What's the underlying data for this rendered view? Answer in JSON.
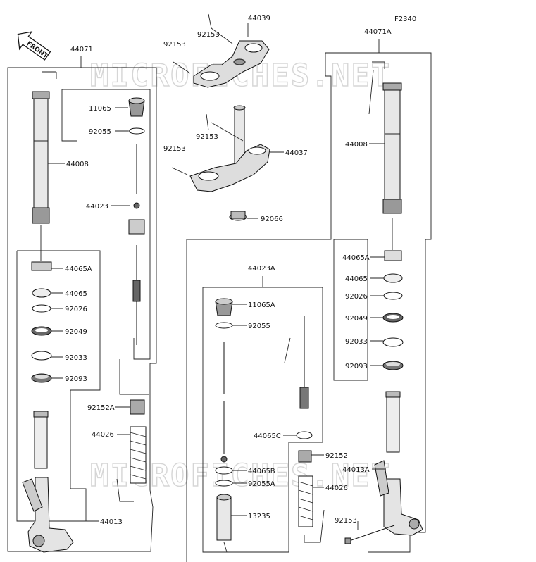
{
  "figure_code": "F2340",
  "front_label": "FRONT",
  "watermarks": [
    "MICROFICHES.NET",
    "MICROFICHES.NET"
  ],
  "colors": {
    "line": "#222222",
    "part_fill": "#e6e6e6",
    "part_dark": "#555555",
    "watermark": "#d6d6d6"
  },
  "labels": [
    {
      "id": "lbl-44071",
      "text": "44071"
    },
    {
      "id": "lbl-44071a",
      "text": "44071A"
    },
    {
      "id": "lbl-44039",
      "text": "44039"
    },
    {
      "id": "lbl-92153-a",
      "text": "92153"
    },
    {
      "id": "lbl-92153-b",
      "text": "92153"
    },
    {
      "id": "lbl-92153-c",
      "text": "92153"
    },
    {
      "id": "lbl-92153-d",
      "text": "92153"
    },
    {
      "id": "lbl-92153-e",
      "text": "92153"
    },
    {
      "id": "lbl-44037",
      "text": "44037"
    },
    {
      "id": "lbl-92066",
      "text": "92066"
    },
    {
      "id": "lbl-11065",
      "text": "11065"
    },
    {
      "id": "lbl-92055",
      "text": "92055"
    },
    {
      "id": "lbl-44008-l",
      "text": "44008"
    },
    {
      "id": "lbl-44023",
      "text": "44023"
    },
    {
      "id": "lbl-44065a-l",
      "text": "44065A"
    },
    {
      "id": "lbl-44065-l",
      "text": "44065"
    },
    {
      "id": "lbl-92026-l",
      "text": "92026"
    },
    {
      "id": "lbl-92049-l",
      "text": "92049"
    },
    {
      "id": "lbl-92033-l",
      "text": "92033"
    },
    {
      "id": "lbl-92093-l",
      "text": "92093"
    },
    {
      "id": "lbl-92152a",
      "text": "92152A"
    },
    {
      "id": "lbl-44026-l",
      "text": "44026"
    },
    {
      "id": "lbl-44013",
      "text": "44013"
    },
    {
      "id": "lbl-44023a",
      "text": "44023A"
    },
    {
      "id": "lbl-11065a",
      "text": "11065A"
    },
    {
      "id": "lbl-92055-m",
      "text": "92055"
    },
    {
      "id": "lbl-44065c",
      "text": "44065C"
    },
    {
      "id": "lbl-92152",
      "text": "92152"
    },
    {
      "id": "lbl-44065b",
      "text": "44065B"
    },
    {
      "id": "lbl-92055a",
      "text": "92055A"
    },
    {
      "id": "lbl-44026-m",
      "text": "44026"
    },
    {
      "id": "lbl-13235",
      "text": "13235"
    },
    {
      "id": "lbl-44008-r",
      "text": "44008"
    },
    {
      "id": "lbl-44065a-r",
      "text": "44065A"
    },
    {
      "id": "lbl-44065-r",
      "text": "44065"
    },
    {
      "id": "lbl-92026-r",
      "text": "92026"
    },
    {
      "id": "lbl-92049-r",
      "text": "92049"
    },
    {
      "id": "lbl-92033-r",
      "text": "92033"
    },
    {
      "id": "lbl-92093-r",
      "text": "92093"
    },
    {
      "id": "lbl-44013a",
      "text": "44013A"
    }
  ]
}
